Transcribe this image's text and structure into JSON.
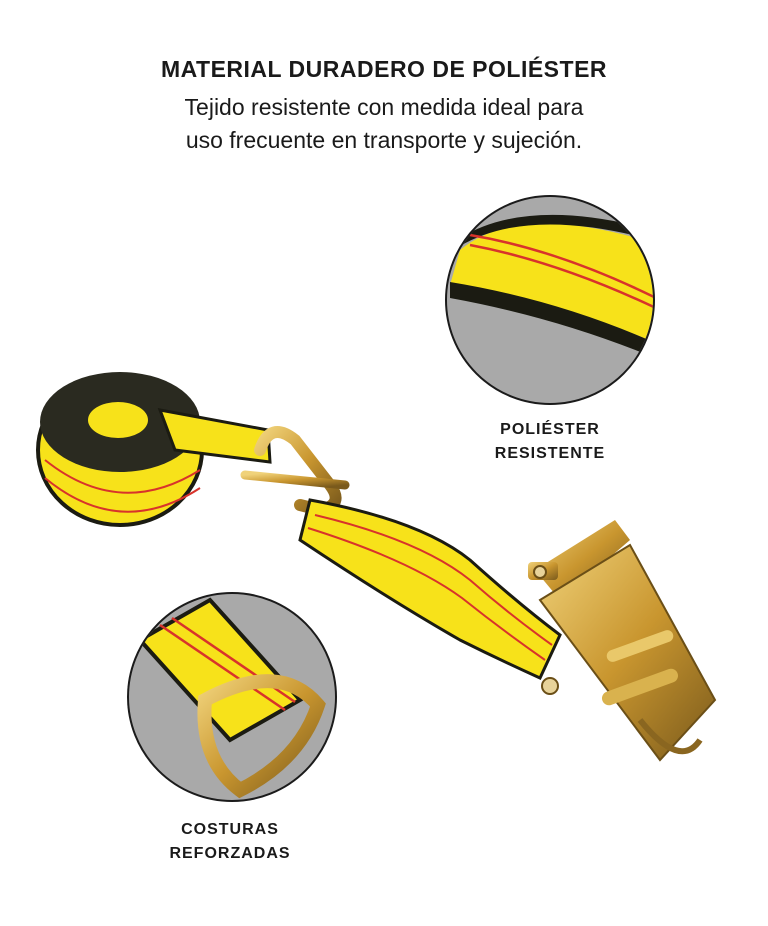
{
  "header": {
    "title": "MATERIAL DURADERO DE POLIÉSTER",
    "subtitle_line1": "Tejido resistente con medida ideal para",
    "subtitle_line2": "uso frecuente en transporte y sujeción."
  },
  "callouts": {
    "poliester_line1": "POLIÉSTER",
    "poliester_line2": "RESISTENTE",
    "costuras_line1": "COSTURAS",
    "costuras_line2": "REFORZADAS"
  },
  "colors": {
    "strap_yellow": "#f7e21a",
    "strap_edge": "#1b1b12",
    "stitch_red": "#d8332b",
    "metal_gold": "#c9a23a",
    "circle_bg": "#a9a9a9"
  }
}
